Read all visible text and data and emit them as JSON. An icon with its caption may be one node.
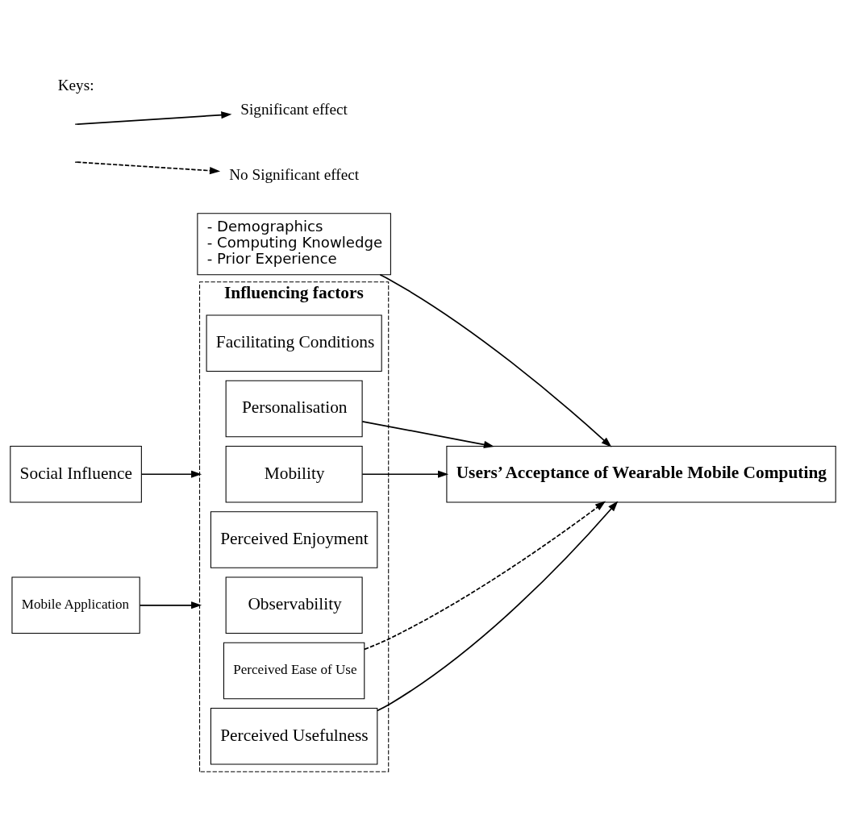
{
  "diagram": {
    "nodes": [
      {
        "text": [
          "Influencing factors"
        ]
      },
      {
        "text": [
          "Perceived Usefulness"
        ],
        "in": 0
      },
      {
        "text": [
          "Perceived Ease of Use"
        ],
        "in": 0
      },
      {
        "text": [
          "Mobility"
        ],
        "in": 0
      },
      {
        "text": [
          "Observability"
        ],
        "in": 0
      },
      {
        "text": [
          "Perceived Enjoyment"
        ],
        "in": 0
      },
      {
        "text": [
          "Personalisation"
        ],
        "in": 0
      },
      {
        "text": [
          "Facilitating Conditions"
        ],
        "in": 0
      },
      {
        "text": [
          "Social Influence"
        ]
      },
      {
        "text": [
          "Mobile Application"
        ]
      },
      {
        "text": [
          "- Demographics",
          "- Computing Knowledge",
          "- Prior Experience"
        ]
      },
      {
        "text": [
          "Users’ Acceptance of Wearable Mobile Computing"
        ]
      }
    ],
    "edges": [
      {
        "from": 8,
        "to": 0,
        "arrow": "to"
      },
      {
        "from": 9,
        "to": 0,
        "arrow": "to"
      },
      {
        "from": 1,
        "to": 11,
        "arrow": "to"
      },
      {
        "from": 2,
        "to": 11,
        "arrow": "to",
        "style": "dashed"
      },
      {
        "from": 3,
        "to": 11,
        "arrow": "to"
      },
      {
        "from": 6,
        "to": 11,
        "arrow": "to"
      },
      {
        "from": 10,
        "to": 11,
        "arrow": "to"
      }
    ],
    "labels": [
      "Keys:"
    ],
    "legend": [
      {
        "text": "Significant effect"
      },
      {
        "text": "No Significant effect"
      }
    ]
  }
}
